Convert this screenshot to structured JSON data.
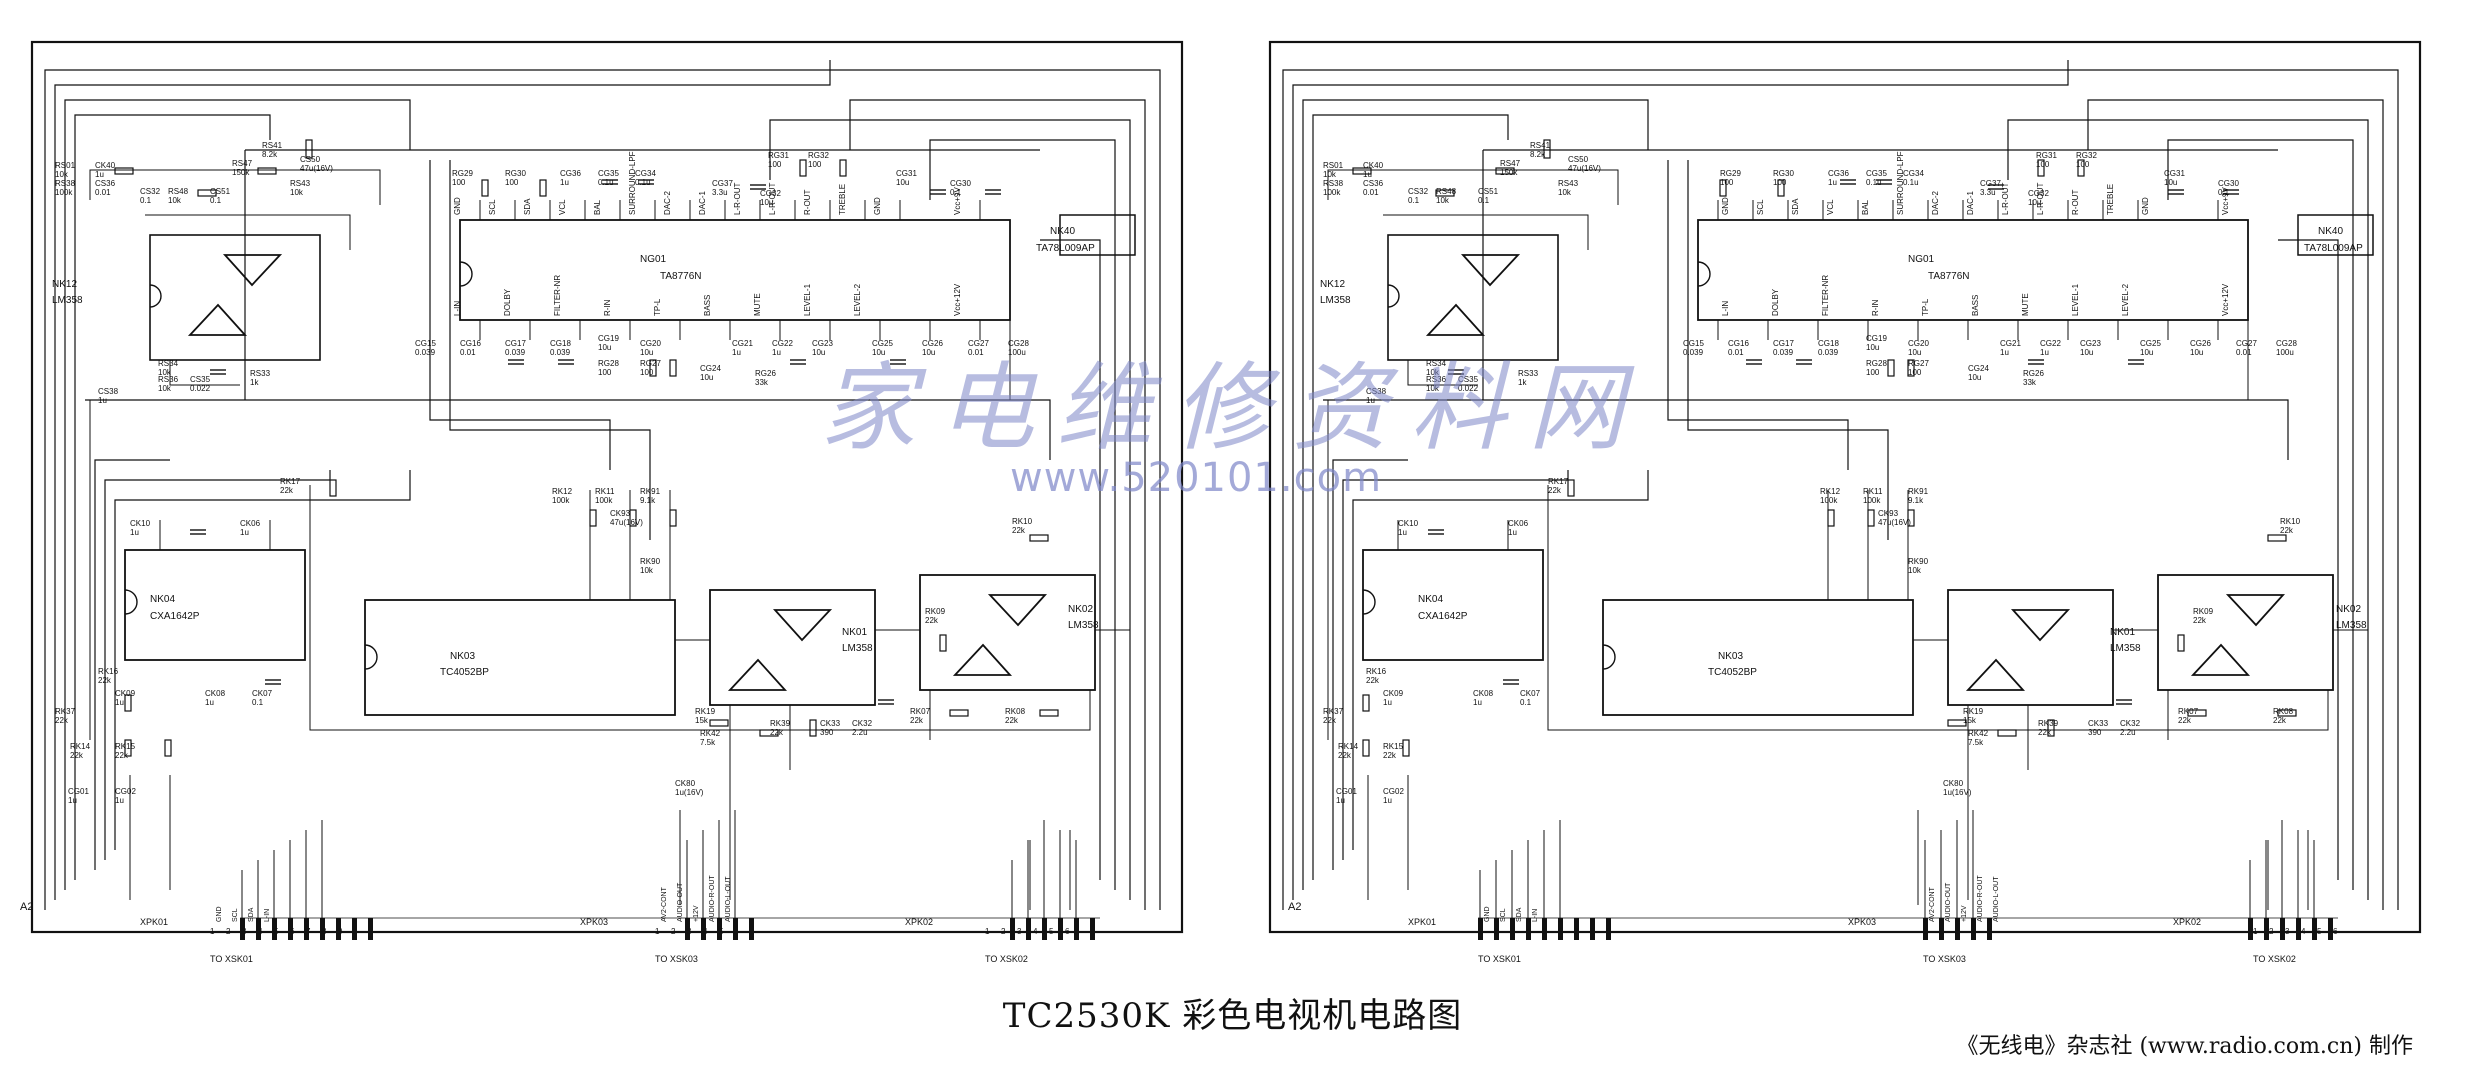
{
  "title": "TC2530K 彩色电视机电路图",
  "credit": "《无线电》杂志社 (www.radio.com.cn) 制作",
  "watermark": {
    "text": "家电维修资料网",
    "url": "www.520101.com"
  },
  "colors": {
    "ink": "#111111",
    "watermark": "#7d86c8",
    "background": "#ffffff"
  },
  "schematic": {
    "board_label": "A2",
    "chips": [
      {
        "id": "ng01",
        "ref": "NG01",
        "part": "TA8776N"
      },
      {
        "id": "nk12",
        "ref": "NK12",
        "part": "LM358"
      },
      {
        "id": "nk04",
        "ref": "NK04",
        "part": "CXA1642P"
      },
      {
        "id": "nk03",
        "ref": "NK03",
        "part": "TC4052BP"
      },
      {
        "id": "nk01",
        "ref": "NK01",
        "part": "LM358"
      },
      {
        "id": "nk02",
        "ref": "NK02",
        "part": "LM358"
      },
      {
        "id": "nk40",
        "ref": "NK40",
        "part": "TA78L009AP"
      }
    ],
    "ng01_pins_top": [
      "GND",
      "SCL",
      "SDA",
      "VCL",
      "BAL",
      "SURROUND-LPF",
      "DAC-2",
      "DAC-1",
      "L-R-OUT",
      "L-R-OUT",
      "R-OUT",
      "TREBLE",
      "GND",
      "Vcc+9V"
    ],
    "ng01_pins_bottom": [
      "L-IN",
      "DOLBY",
      "FILTER-NR",
      "R-IN",
      "TP-L",
      "BASS",
      "MUTE",
      "LEVEL-1",
      "LEVEL-2",
      "Vcc+12V"
    ],
    "components": [
      {
        "ref": "RS01",
        "value": "10k"
      },
      {
        "ref": "CK40",
        "value": "1u"
      },
      {
        "ref": "RS38",
        "value": "100k"
      },
      {
        "ref": "CS36",
        "value": "0.01"
      },
      {
        "ref": "CS32",
        "value": "0.1"
      },
      {
        "ref": "RS48",
        "value": "10k"
      },
      {
        "ref": "CS51",
        "value": "0.1"
      },
      {
        "ref": "RS47",
        "value": "150k"
      },
      {
        "ref": "RS41",
        "value": "8.2k"
      },
      {
        "ref": "CS50",
        "value": "47u(16V)"
      },
      {
        "ref": "RS43",
        "value": "10k"
      },
      {
        "ref": "RG29",
        "value": "100"
      },
      {
        "ref": "RG30",
        "value": "100"
      },
      {
        "ref": "CG36",
        "value": "1u"
      },
      {
        "ref": "CG35",
        "value": "0.1u"
      },
      {
        "ref": "CG34",
        "value": "0.1u"
      },
      {
        "ref": "CG37",
        "value": "3.3u"
      },
      {
        "ref": "RG31",
        "value": "100"
      },
      {
        "ref": "RG32",
        "value": "100"
      },
      {
        "ref": "CG32",
        "value": "10u"
      },
      {
        "ref": "CG31",
        "value": "10u"
      },
      {
        "ref": "CG30",
        "value": "0.1"
      },
      {
        "ref": "CG15",
        "value": "0.039"
      },
      {
        "ref": "CG16",
        "value": "0.01"
      },
      {
        "ref": "CG17",
        "value": "0.039"
      },
      {
        "ref": "CG18",
        "value": "0.039"
      },
      {
        "ref": "CG19",
        "value": "10u"
      },
      {
        "ref": "CG20",
        "value": "10u"
      },
      {
        "ref": "CG21",
        "value": "1u"
      },
      {
        "ref": "CG22",
        "value": "1u"
      },
      {
        "ref": "CG23",
        "value": "10u"
      },
      {
        "ref": "CG25",
        "value": "10u"
      },
      {
        "ref": "CG26",
        "value": "10u"
      },
      {
        "ref": "CG27",
        "value": "0.01"
      },
      {
        "ref": "CG28",
        "value": "100u"
      },
      {
        "ref": "RG28",
        "value": "100"
      },
      {
        "ref": "RG27",
        "value": "100"
      },
      {
        "ref": "CG24",
        "value": "10u"
      },
      {
        "ref": "RG26",
        "value": "33k"
      },
      {
        "ref": "RS34",
        "value": "10k"
      },
      {
        "ref": "RS36",
        "value": "10k"
      },
      {
        "ref": "CS35",
        "value": "0.022"
      },
      {
        "ref": "RS33",
        "value": "1k"
      },
      {
        "ref": "CS38",
        "value": "1u"
      },
      {
        "ref": "RK17",
        "value": "22k"
      },
      {
        "ref": "CK10",
        "value": "1u"
      },
      {
        "ref": "CK06",
        "value": "1u"
      },
      {
        "ref": "RK12",
        "value": "100k"
      },
      {
        "ref": "RK11",
        "value": "100k"
      },
      {
        "ref": "RK91",
        "value": "9.1k"
      },
      {
        "ref": "CK93",
        "value": "47u(16V)"
      },
      {
        "ref": "RK90",
        "value": "10k"
      },
      {
        "ref": "RK10",
        "value": "22k"
      },
      {
        "ref": "RK09",
        "value": "22k"
      },
      {
        "ref": "RK16",
        "value": "22k"
      },
      {
        "ref": "CK09",
        "value": "1u"
      },
      {
        "ref": "CK08",
        "value": "1u"
      },
      {
        "ref": "CK07",
        "value": "0.1"
      },
      {
        "ref": "RK37",
        "value": "22k"
      },
      {
        "ref": "RK14",
        "value": "22k"
      },
      {
        "ref": "RK15",
        "value": "22k"
      },
      {
        "ref": "CG01",
        "value": "1u"
      },
      {
        "ref": "CG02",
        "value": "1u"
      },
      {
        "ref": "RK19",
        "value": "15k"
      },
      {
        "ref": "RK42",
        "value": "7.5k"
      },
      {
        "ref": "RK39",
        "value": "22k"
      },
      {
        "ref": "CK33",
        "value": "390"
      },
      {
        "ref": "CK32",
        "value": "2.2u"
      },
      {
        "ref": "RK07",
        "value": "22k"
      },
      {
        "ref": "RK08",
        "value": "22k"
      },
      {
        "ref": "CK80",
        "value": "1u(16V)"
      }
    ],
    "connectors": [
      {
        "ref": "XPK01",
        "to": "TO XSK01",
        "pins": [
          "1",
          "2",
          "3",
          "4",
          "5",
          "6",
          "7",
          "8",
          "9"
        ],
        "signals": [
          "GND",
          "SCL",
          "SDA",
          "L-IN"
        ]
      },
      {
        "ref": "XPK03",
        "to": "TO XSK03",
        "pins": [
          "1",
          "2",
          "3",
          "4",
          "5"
        ],
        "signals": []
      },
      {
        "ref": "XPK02",
        "to": "TO XSK02",
        "pins": [
          "1",
          "2",
          "3",
          "4",
          "5",
          "6"
        ],
        "signals": [
          "AV2-CONT",
          "AUDIO-OUT",
          "+12V",
          "AUDIO-R-OUT",
          "AUDIO-L-OUT"
        ]
      }
    ]
  }
}
